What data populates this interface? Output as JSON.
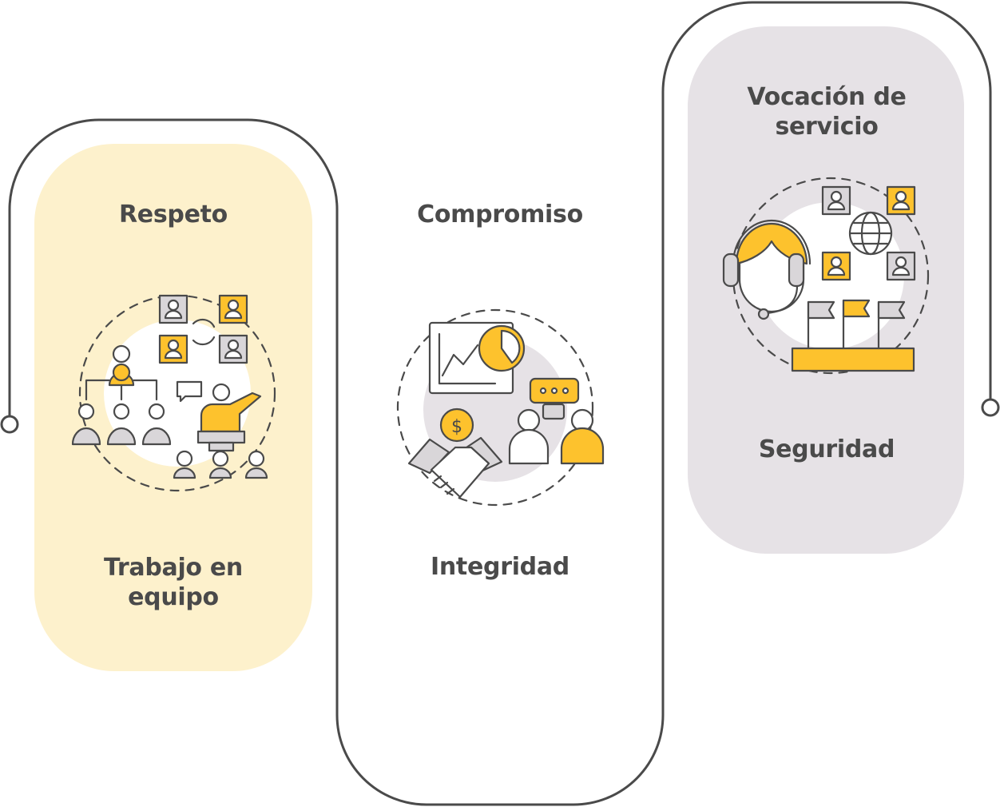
{
  "diagram": {
    "colors": {
      "line": "#4a4a4a",
      "yellow": "#fdc22d",
      "pale_yellow": "#fdf1cc",
      "lilac": "#e6e2e6",
      "grey_fill": "#d9d6d9",
      "white": "#ffffff"
    },
    "stages": [
      {
        "top_label": "Respeto",
        "bottom_label": "Trabajo en equipo",
        "icon": "team-presentation-icon",
        "panel_color": "pale-yellow"
      },
      {
        "top_label": "Compromiso",
        "bottom_label": "Integridad",
        "icon": "handshake-agreement-icon",
        "panel_color": "none"
      },
      {
        "top_label": "Vocación de servicio",
        "bottom_label": "Seguridad",
        "icon": "customer-service-icon",
        "panel_color": "lilac"
      }
    ]
  }
}
